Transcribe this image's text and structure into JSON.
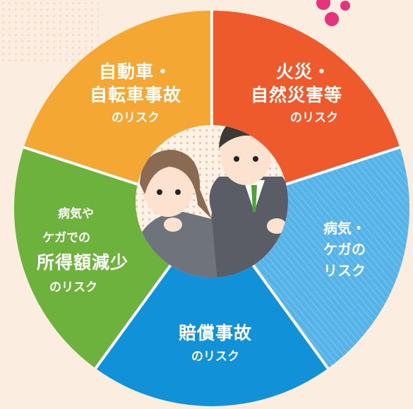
{
  "colors": {
    "background": "#fbeee0",
    "car": "#f4a733",
    "fire": "#ee5a2b",
    "illness": "#56b3e8",
    "liability": "#1192d8",
    "income": "#6cb23c",
    "dots": "#e8b899",
    "accent_dots": "#e5337c"
  },
  "segments": {
    "car": {
      "lines": [
        "自動車・",
        "自転車事故"
      ],
      "sub": "のリスク"
    },
    "fire": {
      "lines": [
        "火災・",
        "自然災害等"
      ],
      "sub": "のリスク"
    },
    "illness": {
      "lines": [
        "病気・",
        "ケガの"
      ],
      "sub": "リスク"
    },
    "liability": {
      "lines": [
        "賠償事故"
      ],
      "sub": "のリスク"
    },
    "income": {
      "lines": [
        "病気や",
        "ケガでの"
      ],
      "emph": "所得額減少",
      "sub": "のリスク"
    }
  }
}
